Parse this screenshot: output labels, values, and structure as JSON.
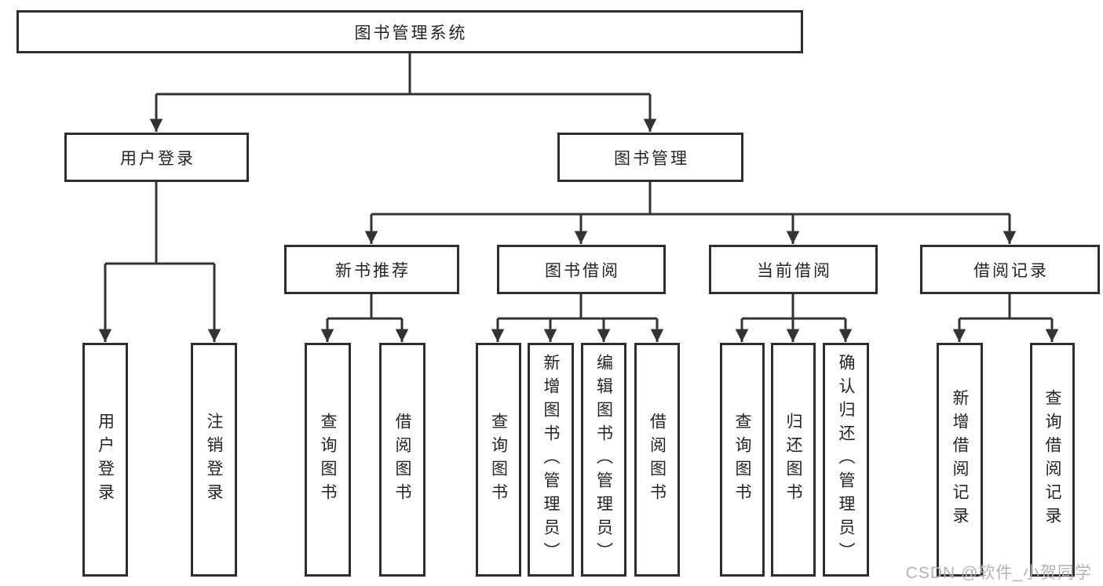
{
  "watermark": "CSDN @软件_小贺同学",
  "colors": {
    "line": "#333333",
    "box_border": "#2e2e2e",
    "text": "#242424",
    "watermark": "#b5b2b2",
    "background": "#ffffff"
  },
  "tree": {
    "root": {
      "label": "图书管理系统"
    },
    "level2": [
      {
        "label": "用户登录"
      },
      {
        "label": "图书管理"
      }
    ],
    "level3": [
      {
        "label": "新书推荐"
      },
      {
        "label": "图书借阅"
      },
      {
        "label": "当前借阅"
      },
      {
        "label": "借阅记录"
      }
    ],
    "leaves": {
      "user_login": [
        {
          "label": "用户登录"
        },
        {
          "label": "注销登录"
        }
      ],
      "new_book": [
        {
          "label": "查询图书"
        },
        {
          "label": "借阅图书"
        }
      ],
      "book_borrow": [
        {
          "label": "查询图书"
        },
        {
          "label": "新增图书（管理员）"
        },
        {
          "label": "编辑图书（管理员）"
        },
        {
          "label": "借阅图书"
        }
      ],
      "current_borrow": [
        {
          "label": "查询图书"
        },
        {
          "label": "归还图书"
        },
        {
          "label": "确认归还（管理员）"
        }
      ],
      "borrow_record": [
        {
          "label": "新增借阅记录"
        },
        {
          "label": "查询借阅记录"
        }
      ]
    }
  }
}
